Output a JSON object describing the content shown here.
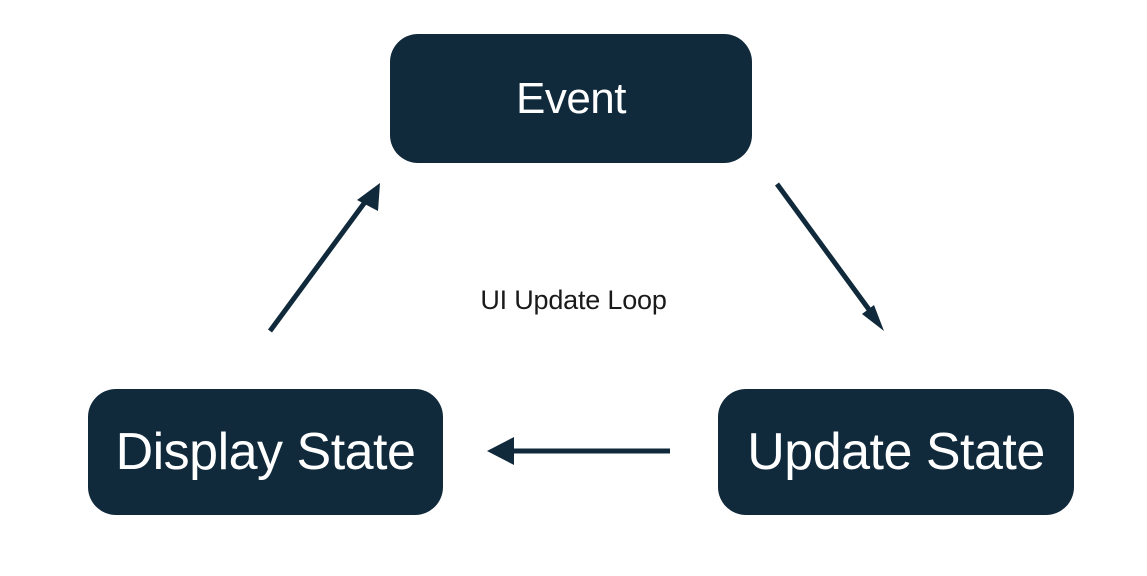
{
  "diagram": {
    "title": "UI Update Loop",
    "center_label": "UI Update Loop",
    "background_color": "#ffffff",
    "node_color": "#102a3c",
    "node_text_color": "#ffffff",
    "edge_color": "#102a3c",
    "label_color": "#1a1a1a",
    "nodes": [
      {
        "id": "event",
        "label": "Event"
      },
      {
        "id": "update-state",
        "label": "Update State"
      },
      {
        "id": "display-state",
        "label": "Display State"
      }
    ],
    "edges": [
      {
        "id": "event-to-update-state",
        "from": "Event",
        "to": "Update State",
        "label": ""
      },
      {
        "id": "update-state-to-display-state",
        "from": "Update State",
        "to": "Display State",
        "label": ""
      },
      {
        "id": "display-state-to-event",
        "from": "Display State",
        "to": "Event",
        "label": ""
      }
    ]
  }
}
